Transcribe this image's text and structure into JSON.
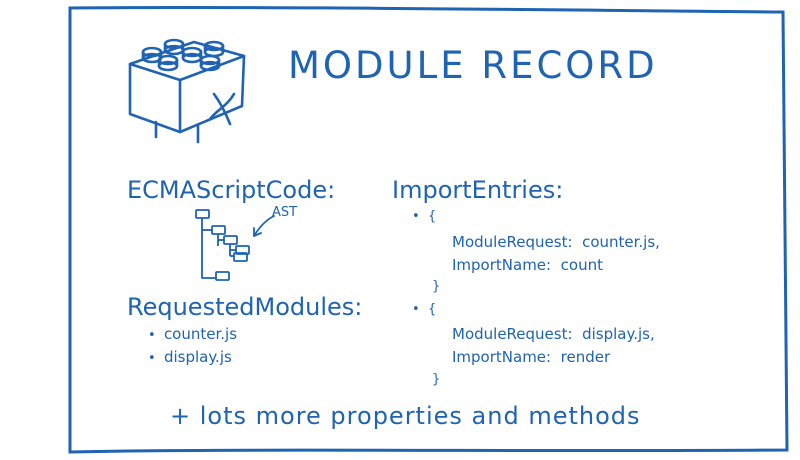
{
  "title": "MODULE RECORD",
  "ecma": {
    "heading": "ECMAScriptCode:",
    "ast_label": "AST"
  },
  "requested": {
    "heading": "RequestedModules:",
    "items": [
      "counter.js",
      "display.js"
    ]
  },
  "imports": {
    "heading": "ImportEntries:",
    "entries": [
      {
        "module_label": "ModuleRequest:",
        "module_value": "counter.js,",
        "name_label": "ImportName:",
        "name_value": "count"
      },
      {
        "module_label": "ModuleRequest:",
        "module_value": "display.js,",
        "name_label": "ImportName:",
        "name_value": "render"
      }
    ],
    "open": "{",
    "close": "}"
  },
  "footer": "+ lots more properties and methods",
  "colors": {
    "ink": "#1f63b3",
    "background": "#ffffff"
  },
  "icons": [
    "lego-brick-icon",
    "ast-tree-icon"
  ]
}
